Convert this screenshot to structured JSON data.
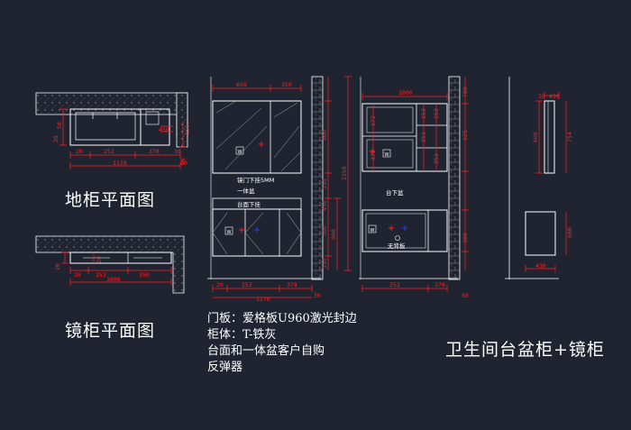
{
  "titles": {
    "floor_cabinet_plan": "地柜平面图",
    "mirror_cabinet_plan": "镜柜平面图",
    "main": "卫生间台盆柜+镜柜"
  },
  "notes": [
    "门板：爱格板U960激光封边",
    "柜体：T-铁灰",
    "台面和一体盆客户自购",
    "反弹器"
  ],
  "labels": {
    "mirror_door": "镜门下挂5MM",
    "one_piece_basin": "一体盆",
    "counter_hang": "台面下挂",
    "under_counter_basin": "台下盆",
    "no_back": "无背板",
    "small_box": "W"
  },
  "dimensions": {
    "floor_plan": [
      "20",
      "252",
      "378",
      "1170",
      "30",
      "20",
      "50",
      "20",
      "450",
      "20",
      "450"
    ],
    "mirror_plan": [
      "20",
      "252",
      "350",
      "1000",
      "20",
      "20"
    ],
    "front_left": [
      "650",
      "350",
      "800",
      "150",
      "450",
      "500",
      "150",
      "900",
      "2350",
      "20",
      "252",
      "378",
      "1170",
      "30"
    ],
    "front_right": [
      "1000",
      "372",
      "372",
      "253",
      "253",
      "253",
      "253",
      "252",
      "378",
      "50",
      "700",
      "325",
      "100"
    ],
    "side": [
      "20",
      "450",
      "600",
      "754",
      "600",
      "430"
    ]
  },
  "colors": {
    "background": "#1f2430",
    "line": "#ffffff",
    "dimension": "#ff2020",
    "hatch": "#8a8a8a",
    "marker_blue": "#2a3cff"
  }
}
